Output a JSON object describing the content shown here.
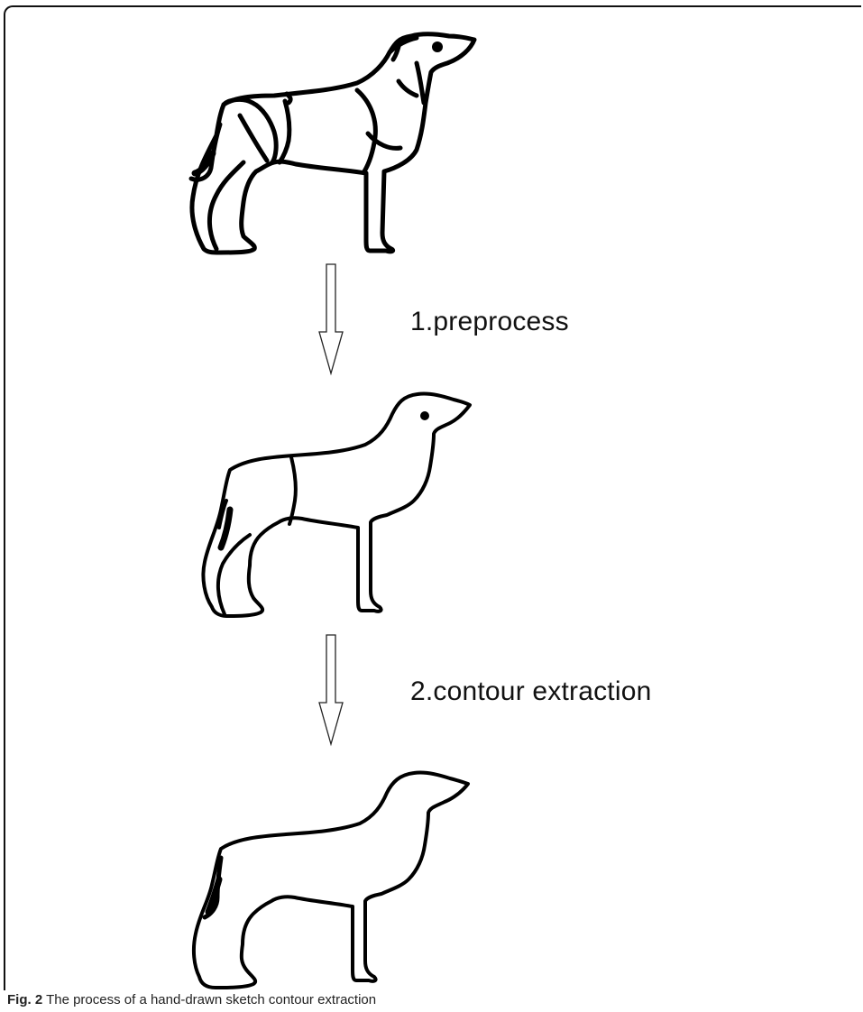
{
  "figure": {
    "number": "Fig. 2",
    "caption": "The process of a hand-drawn sketch contour extraction"
  },
  "steps": [
    {
      "label": "1.preprocess"
    },
    {
      "label": "2.contour extraction"
    }
  ],
  "sketch_stages": [
    {
      "stage": "original",
      "icon": "dog-sketch-raw"
    },
    {
      "stage": "preprocessed",
      "icon": "dog-sketch-preprocessed"
    },
    {
      "stage": "contour",
      "icon": "dog-contour"
    }
  ],
  "colors": {
    "ink": "#000000",
    "background": "#ffffff"
  }
}
